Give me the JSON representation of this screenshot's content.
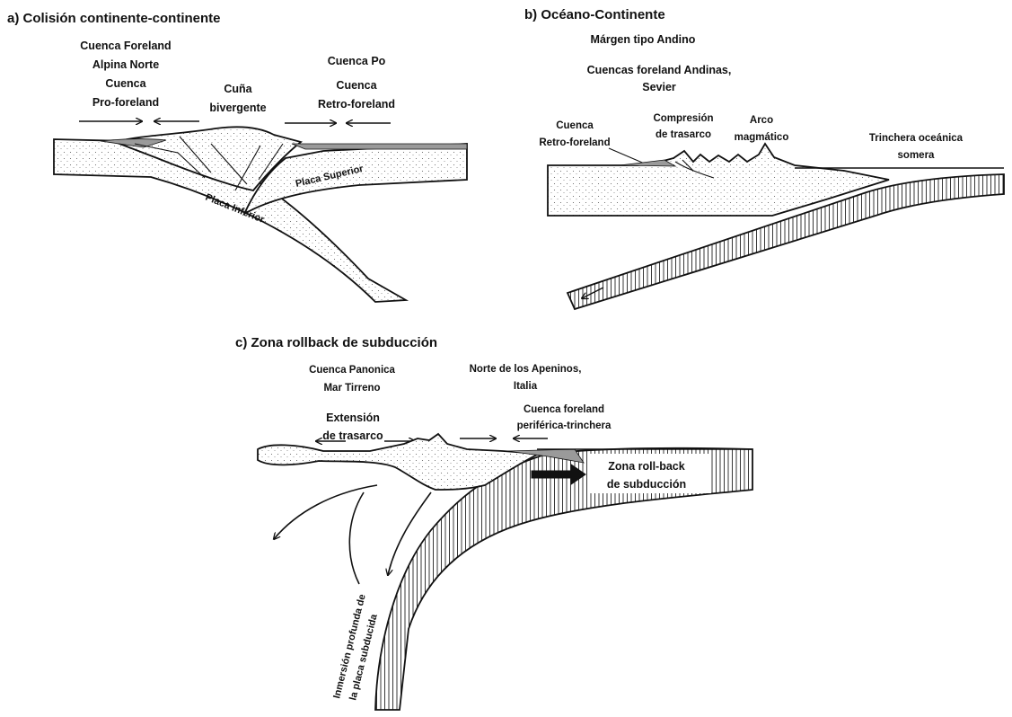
{
  "panel_a": {
    "title": "a) Colisión continente-continente",
    "label_foreland_1": "Cuenca Foreland",
    "label_foreland_2": "Alpina Norte",
    "label_pro_1": "Cuenca",
    "label_pro_2": "Pro-foreland",
    "label_wedge_1": "Cuña",
    "label_wedge_2": "bivergente",
    "label_po": "Cuenca Po",
    "label_retro_1": "Cuenca",
    "label_retro_2": "Retro-foreland",
    "label_upper_plate": "Placa Superior",
    "label_lower_plate": "Placa Inferior"
  },
  "panel_b": {
    "title": "b) Océano-Continente",
    "subtitle": "Márgen tipo Andino",
    "label_andes_1": "Cuencas foreland Andinas,",
    "label_andes_2": "Sevier",
    "label_retro_1": "Cuenca",
    "label_retro_2": "Retro-foreland",
    "label_comp_1": "Compresión",
    "label_comp_2": "de trasarco",
    "label_arc_1": "Arco",
    "label_arc_2": "magmático",
    "label_trench_1": "Trinchera oceánica",
    "label_trench_2": "somera"
  },
  "panel_c": {
    "title": "c) Zona rollback de subducción",
    "label_pan_1": "Cuenca Panonica",
    "label_pan_2": "Mar Tirreno",
    "label_apen_1": "Norte de los Apeninos,",
    "label_apen_2": "Italia",
    "label_ext_1": "Extensión",
    "label_ext_2": "de trasarco",
    "label_fore_1": "Cuenca foreland",
    "label_fore_2": "periférica-trinchera",
    "label_roll_1": "Zona roll-back",
    "label_roll_2": "de subducción",
    "label_deep_1": "Inmersión profunda de",
    "label_deep_2": "la placa subducida"
  }
}
